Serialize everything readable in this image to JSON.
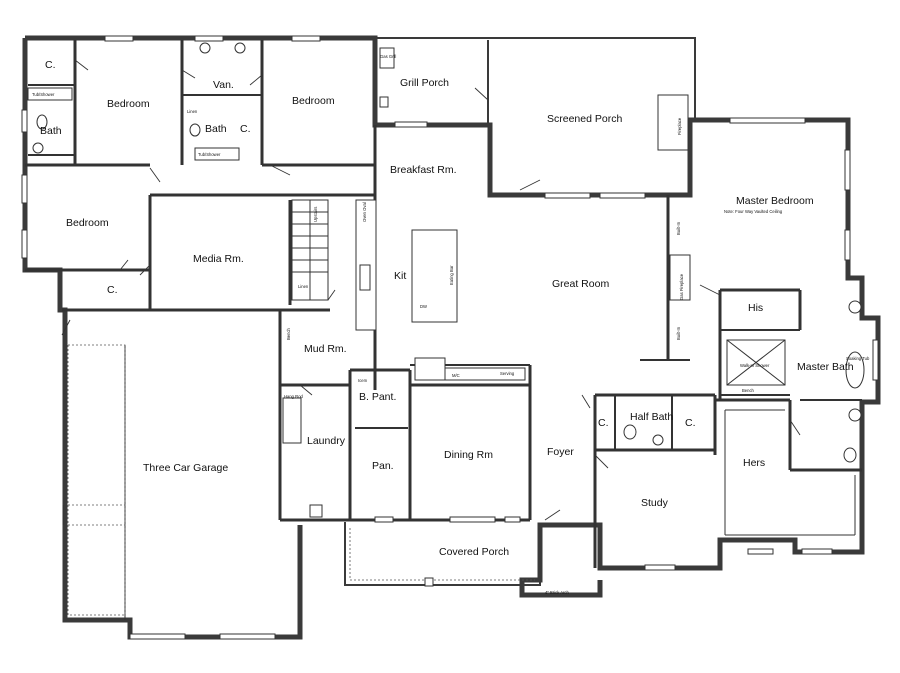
{
  "rooms": {
    "c_top_left": "C.",
    "tub_shower_left": "Tub/Shower",
    "bath_left": "Bath",
    "bedroom_nw": "Bedroom",
    "van": "Van.",
    "linen_top": "Linen",
    "bath_center": "Bath",
    "c_center": "C.",
    "tub_shower_center": "Tub/Shower",
    "bedroom_n": "Bedroom",
    "gas_grill": "Gas Grill",
    "grill_porch": "Grill Porch",
    "screened_porch": "Screened Porch",
    "fireplace": "Fireplace",
    "breakfast": "Breakfast Rm.",
    "oven": "Oven Oval",
    "upstairs": "Upstairs",
    "bedroom_w": "Bedroom",
    "media": "Media Rm.",
    "kit": "Kit",
    "eating_bar": "Eating Bar",
    "dw": "DW",
    "linen_stair": "Linen",
    "c_media": "C.",
    "great_room": "Great Room",
    "built_in_1": "Built-In",
    "built_in_2": "Built-In",
    "gas_fireplace": "Gas Fireplace",
    "master_bedroom": "Master Bedroom",
    "master_note": "Note: Four Way Vaulted Ceiling",
    "his": "His",
    "mud": "Mud Rm.",
    "bench": "Bench",
    "walkin_shower": "Walk-In Shower",
    "bench_master": "Bench",
    "master_bath": "Master Bath",
    "soaking_tub": "Soaking Tub",
    "mw": "M/C",
    "serving": "Serving",
    "hang_rod": "Hang Rod",
    "icemaker": "Icem",
    "b_pant": "B. Pant.",
    "laundry": "Laundry",
    "c_foyer_left": "C.",
    "half_bath": "Half Bath",
    "c_foyer_right": "C.",
    "hers": "Hers",
    "pan": "Pan.",
    "dining": "Dining Rm",
    "foyer": "Foyer",
    "garage": "Three Car Garage",
    "study": "Study",
    "covered_porch": "Covered Porch",
    "brick_arch": "4\" Brick Arch"
  },
  "colors": {
    "wall": "#3a3a3a",
    "background": "#ffffff",
    "text": "#111111"
  }
}
